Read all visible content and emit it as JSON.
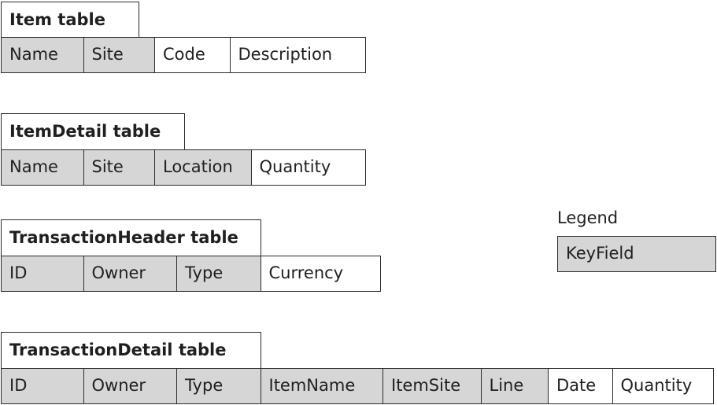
{
  "tables": [
    {
      "title": "Item table",
      "columns": [
        {
          "label": "Name",
          "key": true
        },
        {
          "label": "Site",
          "key": true
        },
        {
          "label": "Code",
          "key": false
        },
        {
          "label": "Description",
          "key": false
        }
      ]
    },
    {
      "title": "ItemDetail table",
      "columns": [
        {
          "label": "Name",
          "key": true
        },
        {
          "label": "Site",
          "key": true
        },
        {
          "label": "Location",
          "key": true
        },
        {
          "label": "Quantity",
          "key": false
        }
      ]
    },
    {
      "title": "TransactionHeader table",
      "columns": [
        {
          "label": "ID",
          "key": true
        },
        {
          "label": "Owner",
          "key": true
        },
        {
          "label": "Type",
          "key": true
        },
        {
          "label": "Currency",
          "key": false
        }
      ]
    },
    {
      "title": "TransactionDetail table",
      "columns": [
        {
          "label": "ID",
          "key": true
        },
        {
          "label": "Owner",
          "key": true
        },
        {
          "label": "Type",
          "key": true
        },
        {
          "label": "ItemName",
          "key": true
        },
        {
          "label": "ItemSite",
          "key": true
        },
        {
          "label": "Line",
          "key": true
        },
        {
          "label": "Date",
          "key": false
        },
        {
          "label": "Quantity",
          "key": false
        }
      ]
    }
  ],
  "legend": {
    "label": "Legend",
    "item": "KeyField"
  },
  "colors": {
    "key_fill": "#d6d6d6",
    "border": "#2b2b2b"
  }
}
